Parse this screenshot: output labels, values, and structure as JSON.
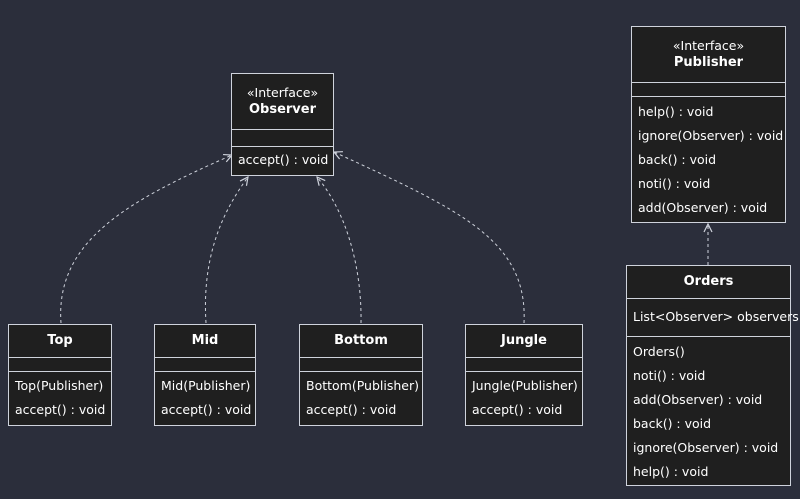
{
  "diagram": {
    "observer": {
      "stereotype": "«Interface»",
      "name": "Observer",
      "methods": [
        "accept() : void"
      ]
    },
    "publisher": {
      "stereotype": "«Interface»",
      "name": "Publisher",
      "methods": [
        "help() : void",
        "ignore(Observer) : void",
        "back() : void",
        "noti() : void",
        "add(Observer) : void"
      ]
    },
    "top": {
      "name": "Top",
      "methods": [
        "Top(Publisher)",
        "accept() : void"
      ]
    },
    "mid": {
      "name": "Mid",
      "methods": [
        "Mid(Publisher)",
        "accept() : void"
      ]
    },
    "bottom": {
      "name": "Bottom",
      "methods": [
        "Bottom(Publisher)",
        "accept() : void"
      ]
    },
    "jungle": {
      "name": "Jungle",
      "methods": [
        "Jungle(Publisher)",
        "accept() : void"
      ]
    },
    "orders": {
      "name": "Orders",
      "attributes": [
        "List<Observer> observers"
      ],
      "methods": [
        "Orders()",
        "noti() : void",
        "add(Observer) : void",
        "back() : void",
        "ignore(Observer) : void",
        "help() : void"
      ]
    }
  }
}
